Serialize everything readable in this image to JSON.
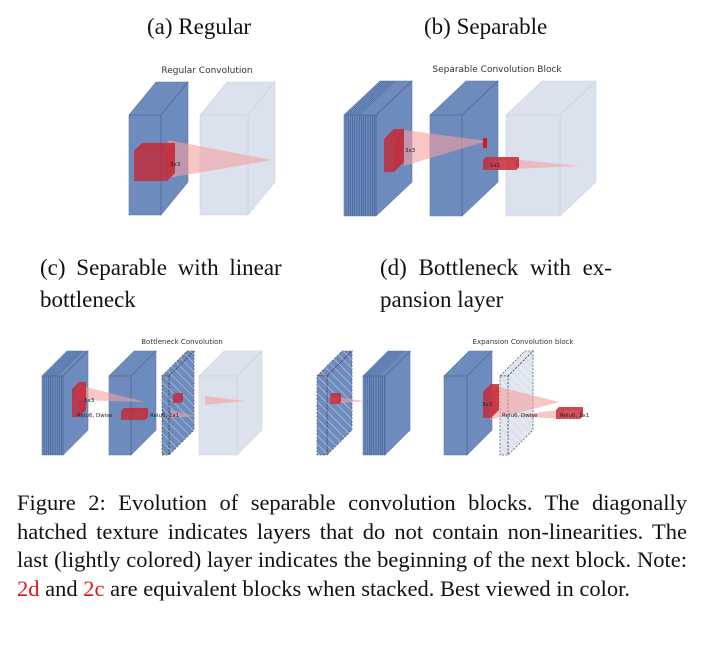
{
  "panels": [
    {
      "caption": "(a) Regular",
      "diagram_title": "Regular Convolution",
      "labels": [
        "3x3"
      ]
    },
    {
      "caption": "(b) Separable",
      "diagram_title": "Separable Convolution Block",
      "labels": [
        "3x3",
        "1x1"
      ]
    },
    {
      "caption_line1": "(c) Separable with linear",
      "caption_line2": "bottleneck",
      "diagram_title": "Bottleneck Convolution",
      "labels": [
        "3x3",
        "Relu6, Dwise",
        "Relu6, 1x1"
      ]
    },
    {
      "caption_line1": "(d) Bottleneck with ex-",
      "caption_line2": "pansion layer",
      "diagram_title": "Expansion Convolution block",
      "labels": [
        "3x3",
        "Relu6, Dwise",
        "Relu6, 1x1"
      ]
    }
  ],
  "figure_caption": {
    "part1": "Figure 2:  Evolution of separable convolution blocks. The diagonally hatched texture indicates layers that do not contain non-linearities. The last (lightly colored) layer indicates the beginning of the next block. Note: ",
    "ref1": "2d",
    "part2": " and ",
    "ref2": "2c",
    "part3": " are equivalent blocks when stacked. Best viewed in color."
  },
  "colors": {
    "layer": "#4a6fad",
    "light_layer": "#d6deeb",
    "kernel": "#c62835",
    "projection": "#f5a0a0",
    "link": "#e0161b"
  }
}
